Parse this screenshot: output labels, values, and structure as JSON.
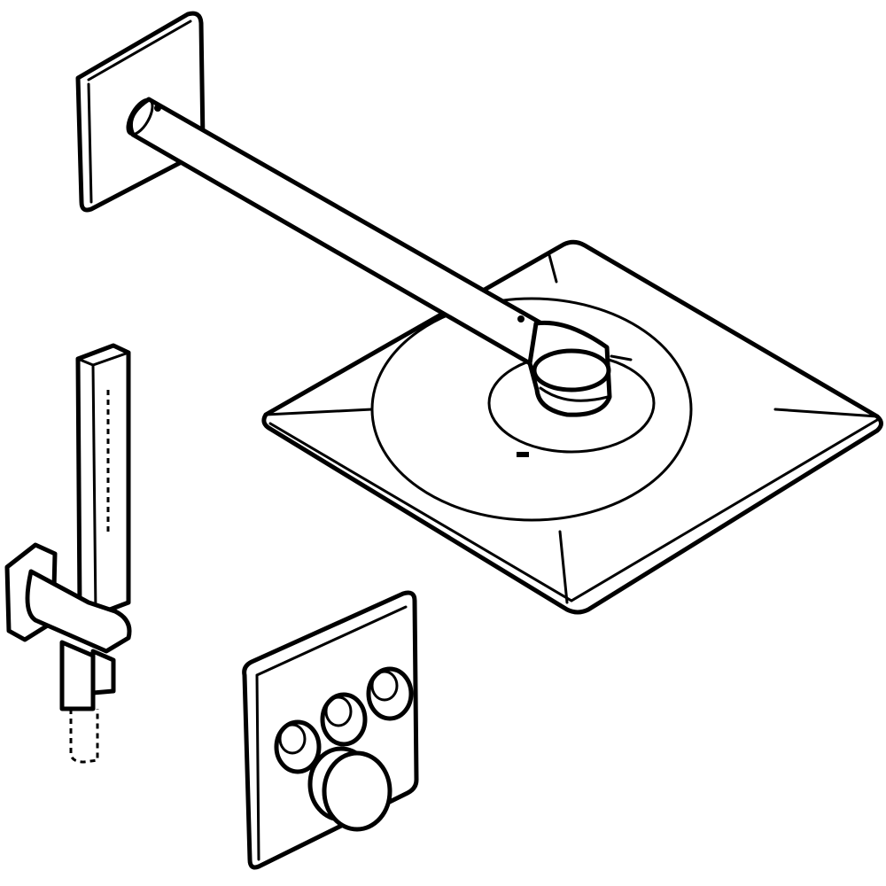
{
  "colors": {
    "line": "#000000",
    "background": "#ffffff"
  },
  "parts": [
    "wall-flange",
    "shower-arm",
    "head-shower",
    "hand-shower",
    "wall-holder",
    "shower-hose",
    "thermostat-panel"
  ]
}
